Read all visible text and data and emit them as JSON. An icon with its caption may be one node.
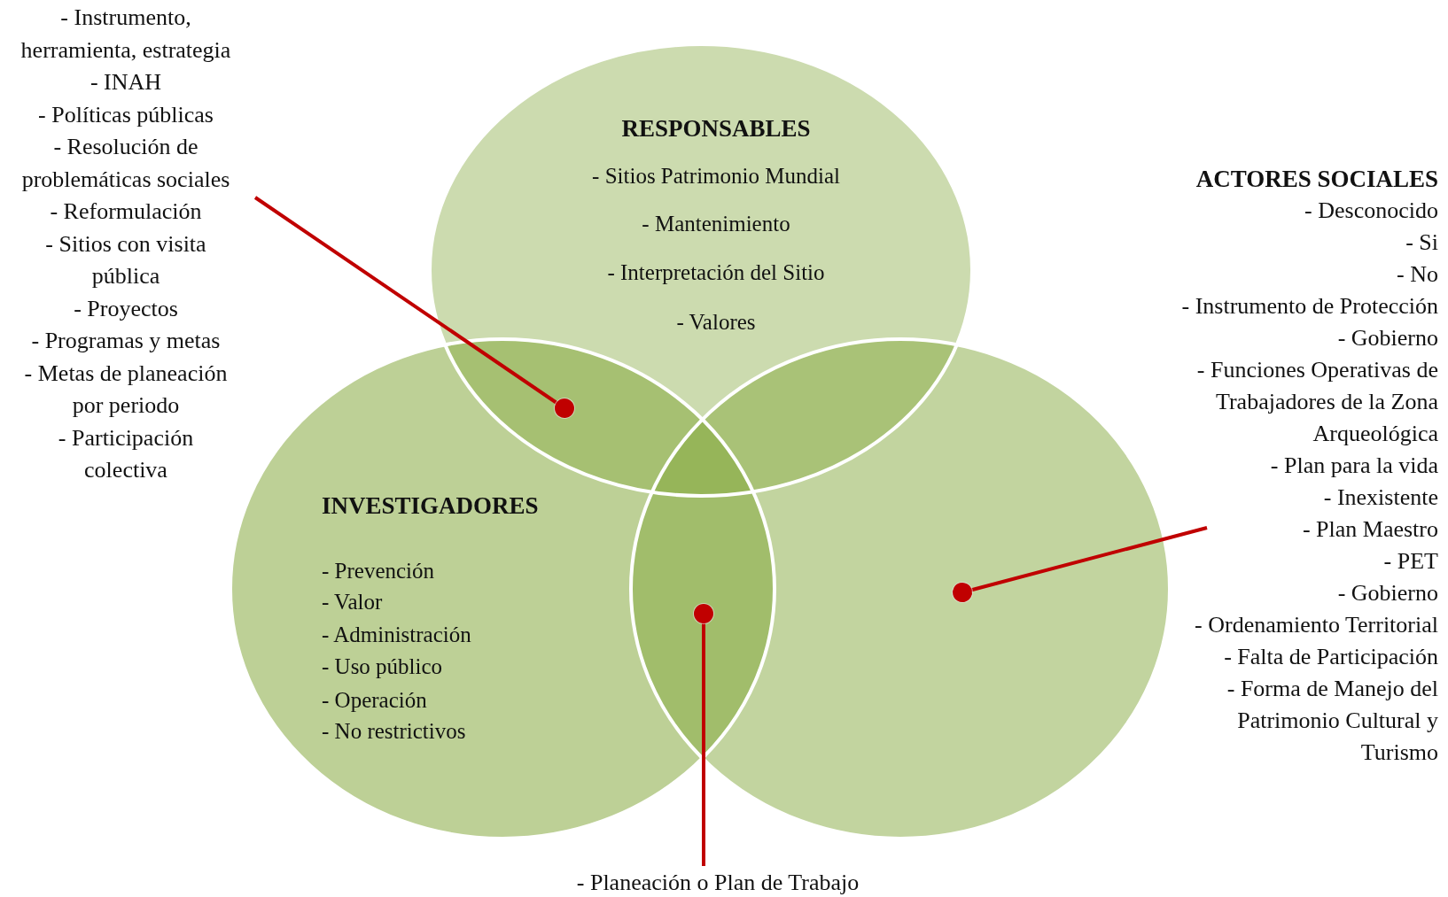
{
  "diagram": {
    "nodes": [
      {
        "text": [
          "RESPONSABLES",
          "- Sitios Patrimonio Mundial",
          "- Mantenimiento",
          "- Interpretación del Sitio",
          "- Valores"
        ]
      },
      {
        "text": [
          "INVESTIGADORES",
          "- Prevención",
          "- Valor",
          "- Administración",
          "- Uso público",
          "- Operación",
          "- No restrictivos"
        ]
      },
      {
        "text": [],
        "shape": "circle"
      },
      {
        "text": [
          "- Instrumento, herramienta, estrategia",
          "- INAH",
          "- Políticas públicas",
          "- Resolución de problemáticas sociales",
          "- Reformulación",
          "- Sitios con visita pública",
          "- Proyectos",
          "- Programas y metas",
          "- Metas de planeación por periodo",
          "- Participación colectiva"
        ]
      },
      {
        "text": [
          "ACTORES SOCIALES",
          "- Desconocido",
          "- Si",
          "- No",
          "- Instrumento de Protección",
          "- Gobierno",
          "- Funciones Operativas de Trabajadores de la Zona Arqueológica",
          "- Plan para la vida",
          "- Inexistente",
          "- Plan Maestro",
          "- PET",
          "- Gobierno",
          "- Ordenamiento Territorial",
          "- Falta de Participación",
          "- Forma de Manejo del Patrimonio Cultural y Turismo"
        ]
      },
      {
        "text": [
          "- Planeación o Plan de Trabajo"
        ]
      }
    ],
    "edges": [
      {
        "from": 3,
        "to": 0,
        "arrow": "other"
      },
      {
        "from": 4,
        "to": 2,
        "arrow": "other"
      },
      {
        "from": 5,
        "to": 2,
        "arrow": "other"
      }
    ]
  }
}
